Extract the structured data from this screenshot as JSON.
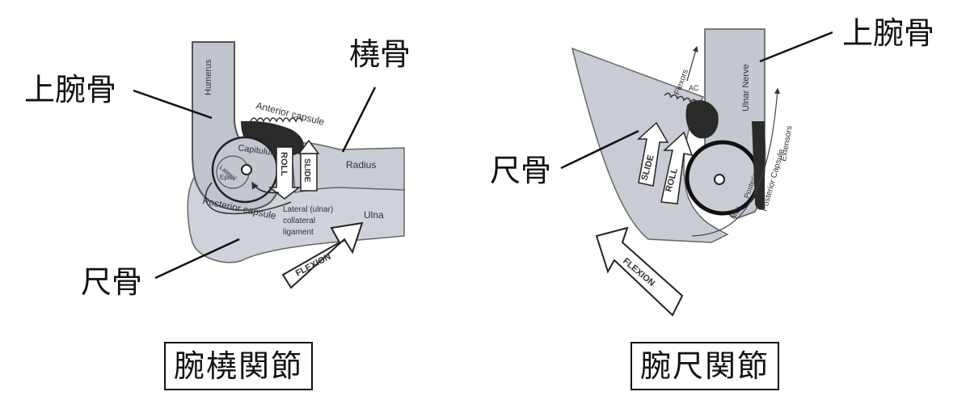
{
  "left": {
    "title": "腕橈関節",
    "callouts": {
      "humerus": "上腕骨",
      "radius": "橈骨",
      "ulna": "尺骨"
    },
    "labels": {
      "humerus": "Humerus",
      "anterior_capsule": "Anterior capsule",
      "capitulum": "Capitulum",
      "lateral_epic_1": "Lateral",
      "lateral_epic_2": "Epic.",
      "roll": "ROLL",
      "slide": "SLIDE",
      "radius": "Radius",
      "posterior_capsule": "Posterior capsule",
      "lcl_1": "Lateral (ulnar)",
      "lcl_2": "collateral",
      "lcl_3": "ligament",
      "ulna": "Ulna",
      "flexion": "FLEXION"
    }
  },
  "right": {
    "title": "腕尺関節",
    "callouts": {
      "humerus": "上腕骨",
      "ulna": "尺骨"
    },
    "labels": {
      "ulnar_nerve": "Ulnar Nerve",
      "flexors": "Flexors",
      "ac": "AC",
      "slide": "SLIDE",
      "roll": "ROLL",
      "mcl": "MCL",
      "posterior": "Posterior",
      "posterior_capsule": "Posterior Capsule",
      "extensors": "Extensors",
      "flexion": "FLEXION"
    }
  }
}
